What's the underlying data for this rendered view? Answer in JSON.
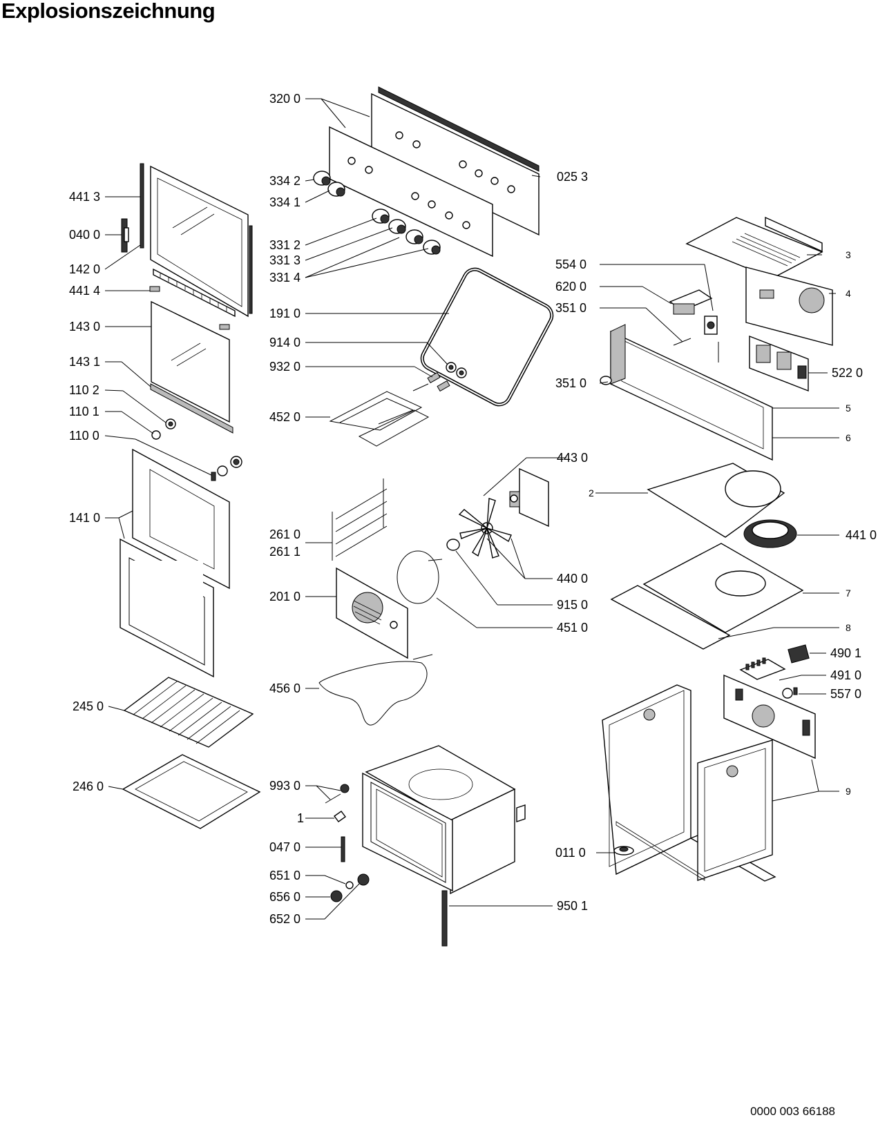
{
  "title": "Explosionszeichnung",
  "doc_number": "0000 003 66188",
  "labels": {
    "l4413": "441 3",
    "l0400": "040 0",
    "l1420": "142 0",
    "l4414": "441 4",
    "l1430": "143 0",
    "l1431": "143 1",
    "l1102": "110 2",
    "l1101": "110 1",
    "l1100": "110 0",
    "l1410": "141 0",
    "l2450": "245 0",
    "l2460": "246 0",
    "l3200": "320 0",
    "l0253": "025 3",
    "l3342": "334 2",
    "l3341": "334 1",
    "l3312": "331 2",
    "l3313": "331 3",
    "l3314": "331 4",
    "l1910": "191 0",
    "l9140": "914 0",
    "l9320": "932 0",
    "l4520": "452 0",
    "l2610": "261 0",
    "l2611": "261 1",
    "l2010": "201 0",
    "l4560": "456 0",
    "l4430": "443 0",
    "l4400": "440 0",
    "l9150": "915 0",
    "l4510": "451 0",
    "l9930": "993 0",
    "l1": "1",
    "l0470": "047 0",
    "l6510": "651 0",
    "l6560": "656 0",
    "l6520": "652 0",
    "l9501": "950 1",
    "l5540": "554 0",
    "l6200": "620 0",
    "l3510a": "351 0",
    "l3510b": "351 0",
    "l3": "3",
    "l4": "4",
    "l5220": "522 0",
    "l5": "5",
    "l6": "6",
    "l2": "2",
    "l4410": "441 0",
    "l7": "7",
    "l8": "8",
    "l4901": "490 1",
    "l4910": "491 0",
    "l5570": "557 0",
    "l9": "9",
    "l0110": "011 0"
  }
}
